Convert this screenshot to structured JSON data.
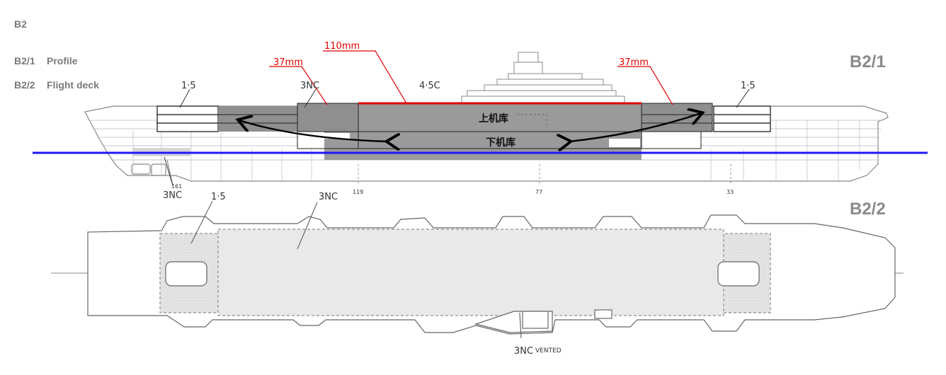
{
  "header": {
    "section": "B2",
    "items": [
      {
        "code": "B2/1",
        "label": "Profile"
      },
      {
        "code": "B2/2",
        "label": "Flight deck"
      }
    ]
  },
  "figure_labels": {
    "profile": "B2/1",
    "deck": "B2/2"
  },
  "profile": {
    "armor_red": {
      "left": "37mm",
      "center": "110mm",
      "right": "37mm"
    },
    "thickness_labels": {
      "fore": "1·5",
      "mid_fore": "3NC",
      "center": "4·5C",
      "aft": "1·5",
      "bottom": "3NC"
    },
    "frames": {
      "f161": "161",
      "f119": "119",
      "f77": "77",
      "f33": "33"
    },
    "hangars": {
      "upper": "上机库",
      "lower": "下机库"
    }
  },
  "deck": {
    "labels": {
      "left": "1·5",
      "center": "3NC",
      "bottom": "3NC",
      "bottom_note": "VENTED"
    }
  },
  "colors": {
    "armor_line": "#e00000",
    "waterline": "#1a1aff",
    "armor_fill": "#8f8f8f",
    "deck_fill": "#e6e6e6"
  }
}
